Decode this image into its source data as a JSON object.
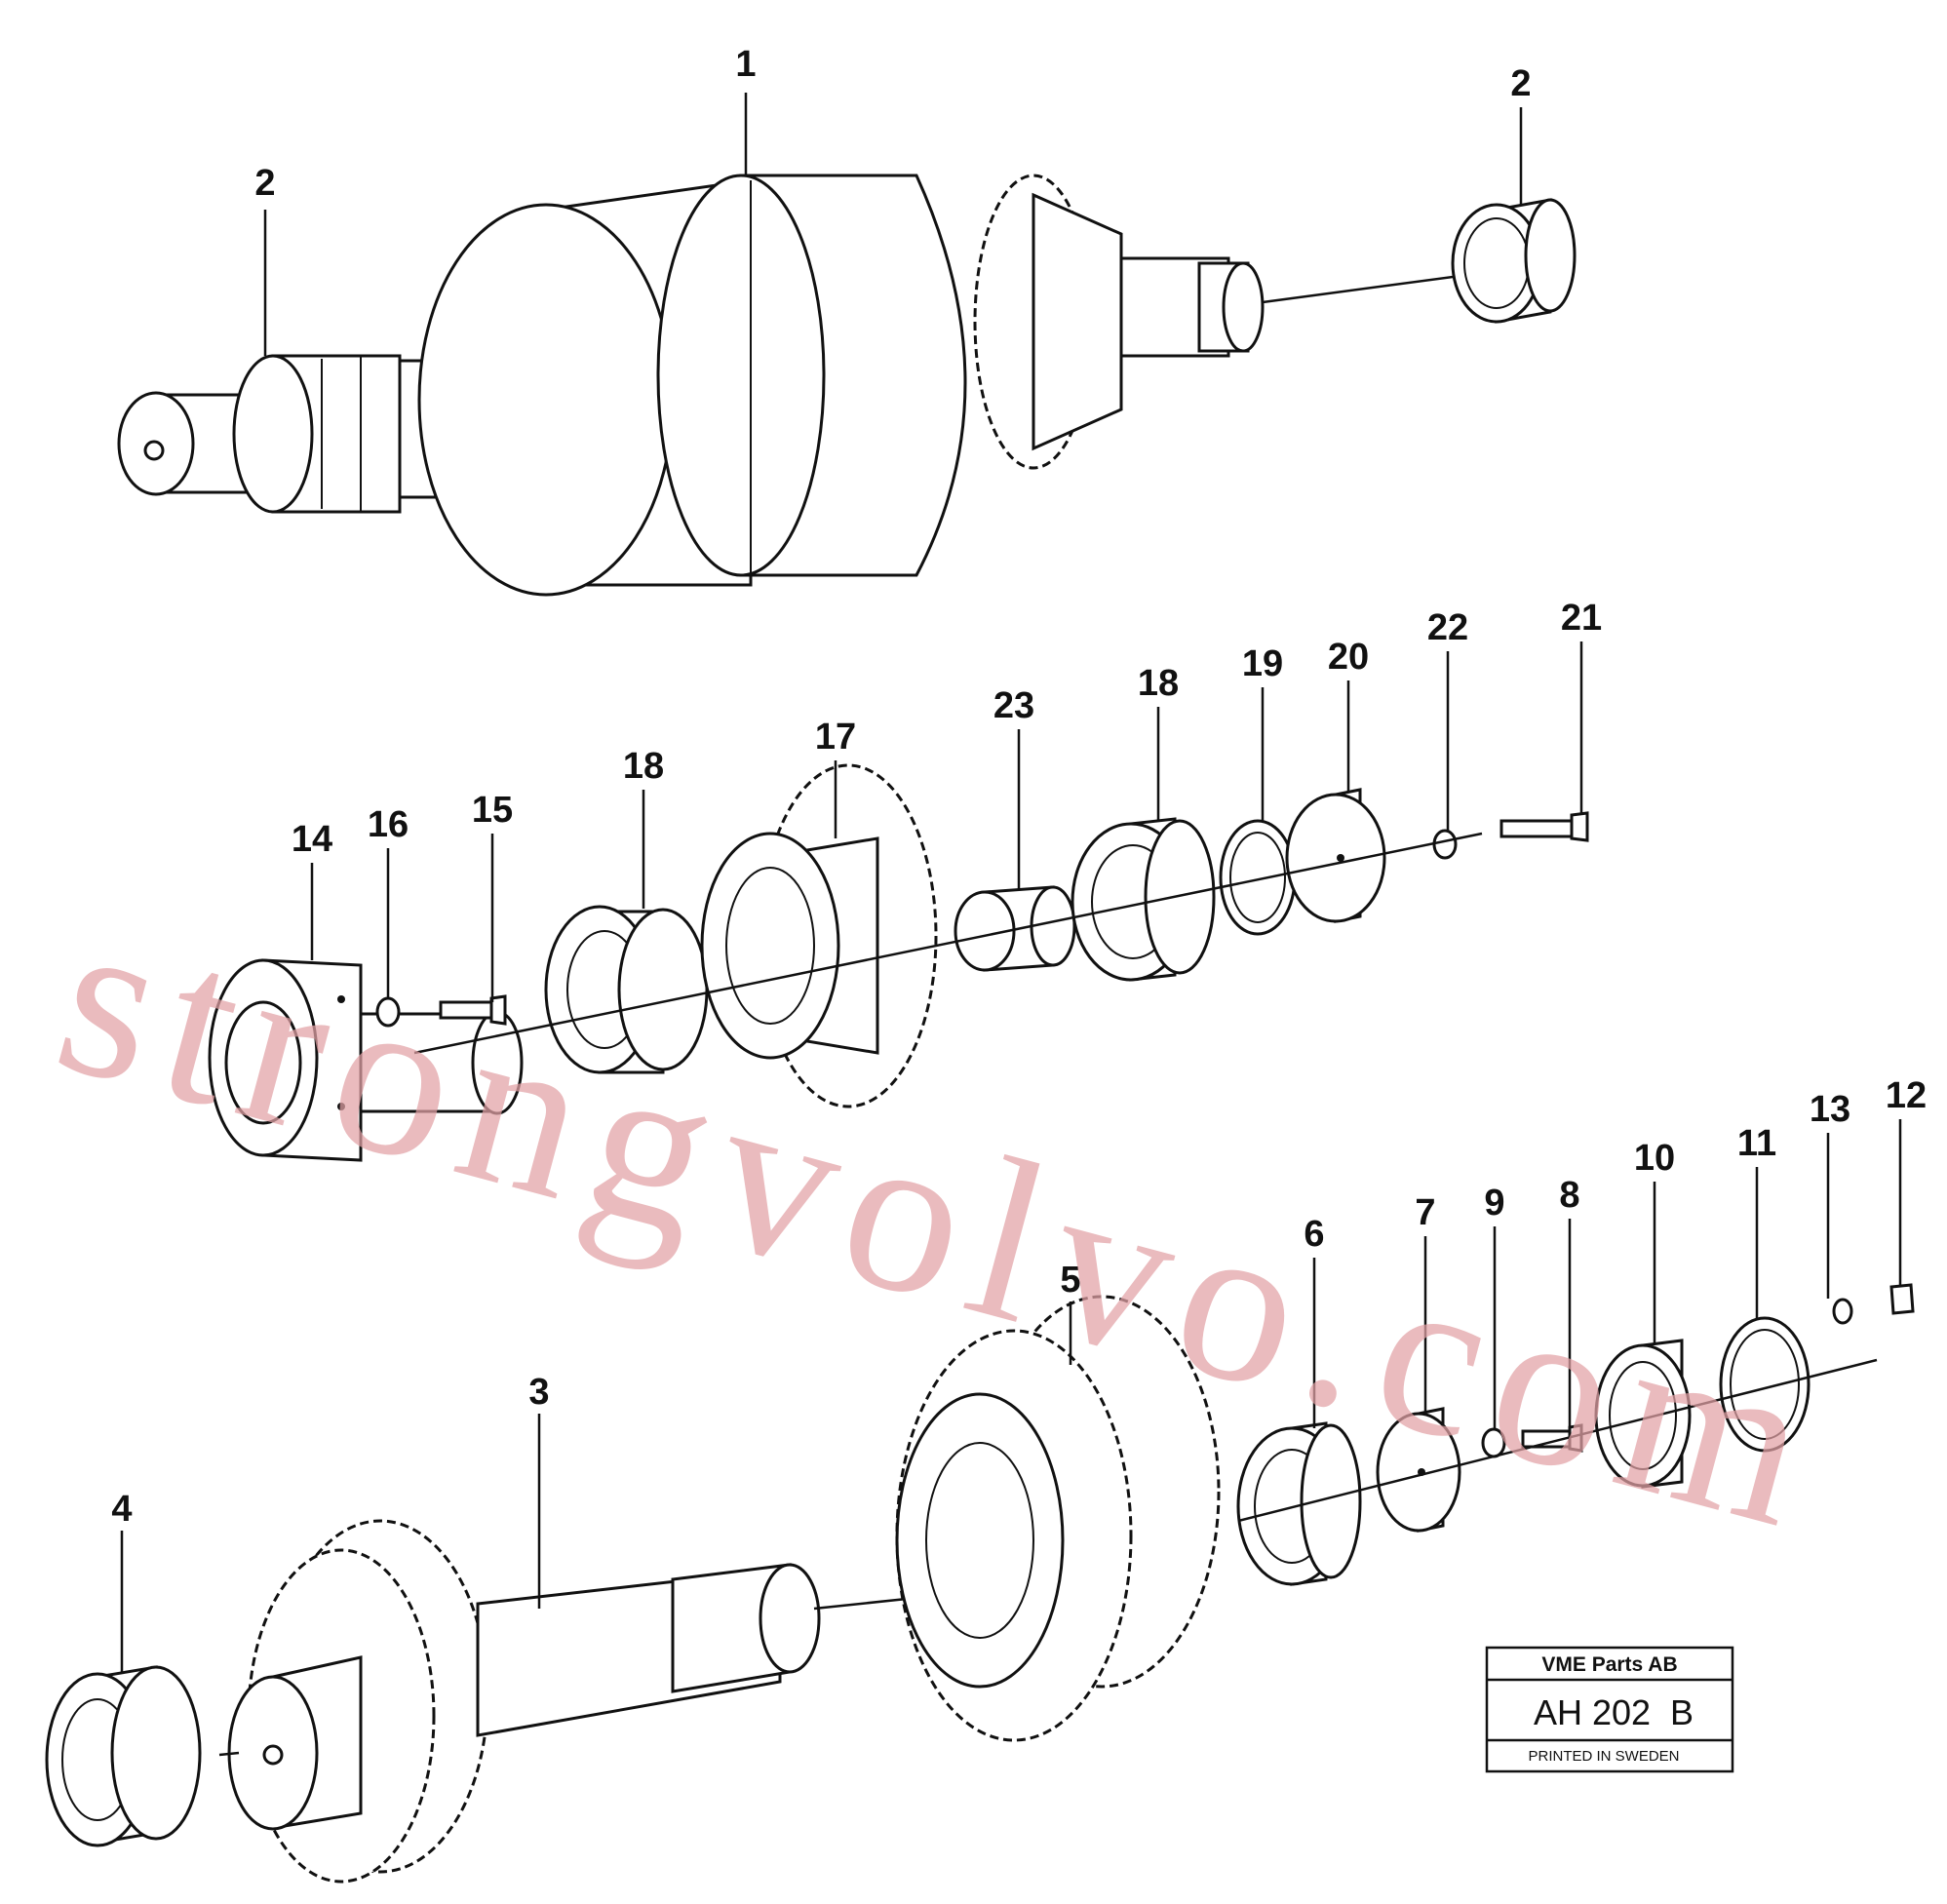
{
  "diagram": {
    "parts": [
      {
        "ref": "1"
      },
      {
        "ref": "2"
      },
      {
        "ref": "2"
      },
      {
        "ref": "3"
      },
      {
        "ref": "4"
      },
      {
        "ref": "5"
      },
      {
        "ref": "6"
      },
      {
        "ref": "7"
      },
      {
        "ref": "8"
      },
      {
        "ref": "9"
      },
      {
        "ref": "10"
      },
      {
        "ref": "11"
      },
      {
        "ref": "12"
      },
      {
        "ref": "13"
      },
      {
        "ref": "14"
      },
      {
        "ref": "15"
      },
      {
        "ref": "16"
      },
      {
        "ref": "17"
      },
      {
        "ref": "18"
      },
      {
        "ref": "18"
      },
      {
        "ref": "19"
      },
      {
        "ref": "20"
      },
      {
        "ref": "21"
      },
      {
        "ref": "22"
      },
      {
        "ref": "23"
      }
    ]
  },
  "stamp": {
    "company": "VME Parts AB",
    "code": "AH 202  B",
    "note": "PRINTED IN SWEDEN"
  },
  "watermark": "strongvolvo.com"
}
